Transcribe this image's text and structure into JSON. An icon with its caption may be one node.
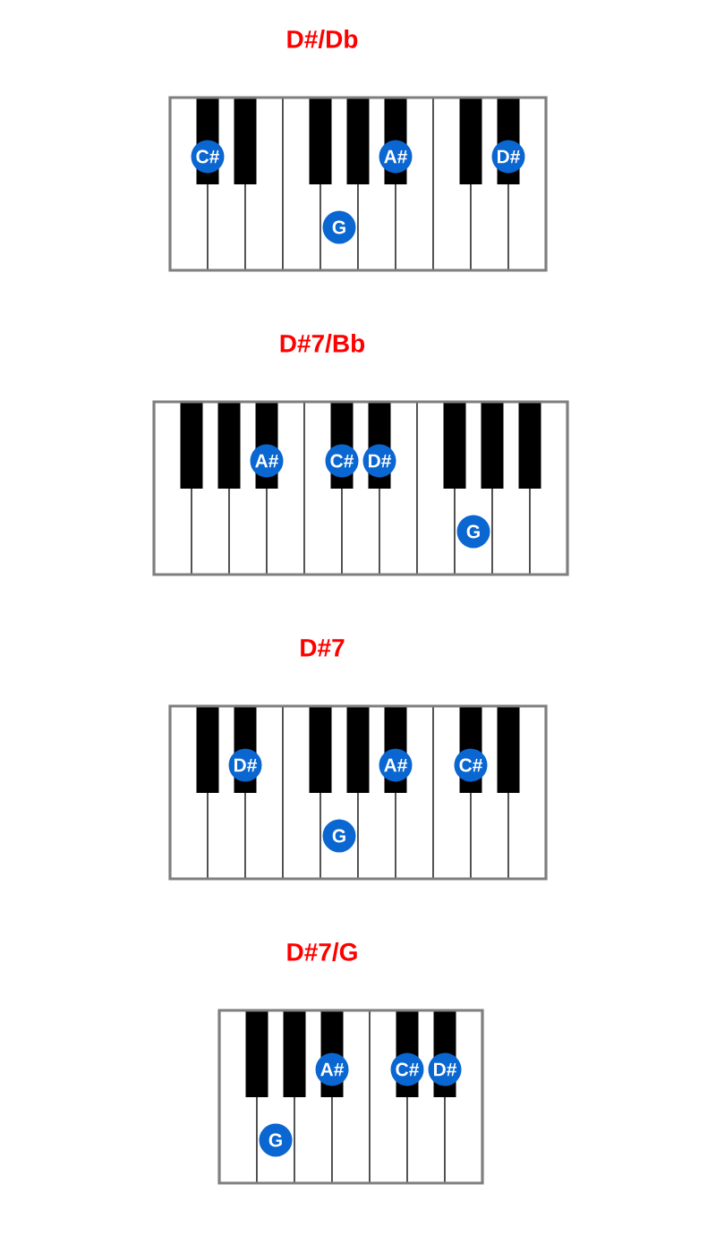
{
  "diagram": {
    "nodes": [
      {
        "text": [
          "D#/Db"
        ]
      },
      {
        "text": [
          "C#"
        ],
        "in": 0
      },
      {
        "text": [
          "A#"
        ],
        "in": 0
      },
      {
        "text": [
          "D#"
        ],
        "in": 0
      },
      {
        "text": [
          "G"
        ],
        "in": 0
      },
      {
        "text": [
          "D#7/Bb"
        ]
      },
      {
        "text": [
          "A#"
        ],
        "in": 5
      },
      {
        "text": [
          "C#"
        ],
        "in": 5
      },
      {
        "text": [
          "D#"
        ],
        "in": 5
      },
      {
        "text": [
          "G"
        ],
        "in": 5
      },
      {
        "text": [
          "D#7"
        ]
      },
      {
        "text": [
          "D#"
        ],
        "in": 10
      },
      {
        "text": [
          "A#"
        ],
        "in": 10
      },
      {
        "text": [
          "C#"
        ],
        "in": 10
      },
      {
        "text": [
          "G"
        ],
        "in": 10
      },
      {
        "text": [
          "D#7/G"
        ]
      },
      {
        "text": [
          "A#"
        ],
        "in": 15
      },
      {
        "text": [
          "C#"
        ],
        "in": 15
      },
      {
        "text": [
          "D#"
        ],
        "in": 15
      },
      {
        "text": [
          "G"
        ],
        "in": 15
      }
    ]
  }
}
